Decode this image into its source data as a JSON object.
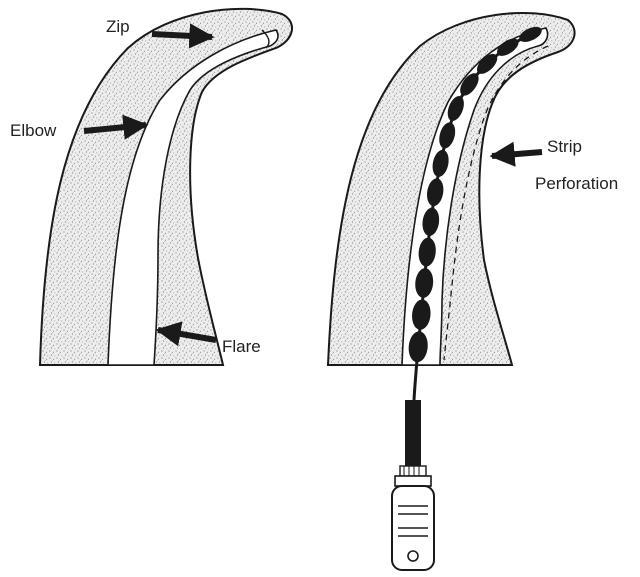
{
  "labels": {
    "zip": "Zip",
    "elbow": "Elbow",
    "flare": "Flare",
    "strip": "Strip",
    "perforation": "Perforation"
  },
  "icons": {
    "pointer": "arrow-icon",
    "instrument": "endodontic-file-icon"
  },
  "colors": {
    "ink": "#1a1a1a",
    "dentin": "#e9e9e9",
    "paper": "#ffffff"
  }
}
